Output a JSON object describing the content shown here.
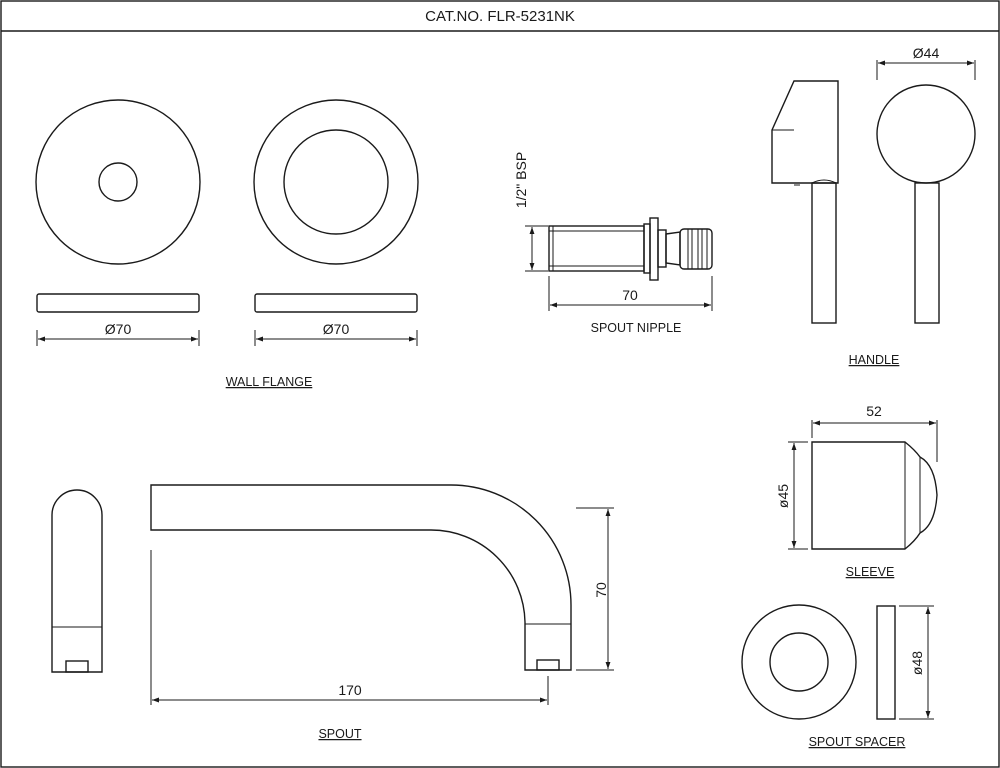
{
  "title": "CAT.NO. FLR-5231NK",
  "wall_flange": {
    "label": "WALL FLANGE",
    "dim_left": "Ø70",
    "dim_right": "Ø70"
  },
  "spout_nipple": {
    "label": "SPOUT NIPPLE",
    "thread_dim": "1/2\" BSP",
    "length_dim": "70"
  },
  "handle": {
    "label": "HANDLE",
    "dim": "Ø44"
  },
  "sleeve": {
    "label": "SLEEVE",
    "width_dim": "52",
    "dia_dim": "ø45"
  },
  "spout": {
    "label": "SPOUT",
    "length_dim": "170",
    "height_dim": "70"
  },
  "spout_spacer": {
    "label": "SPOUT SPACER",
    "dia_dim": "ø48"
  }
}
